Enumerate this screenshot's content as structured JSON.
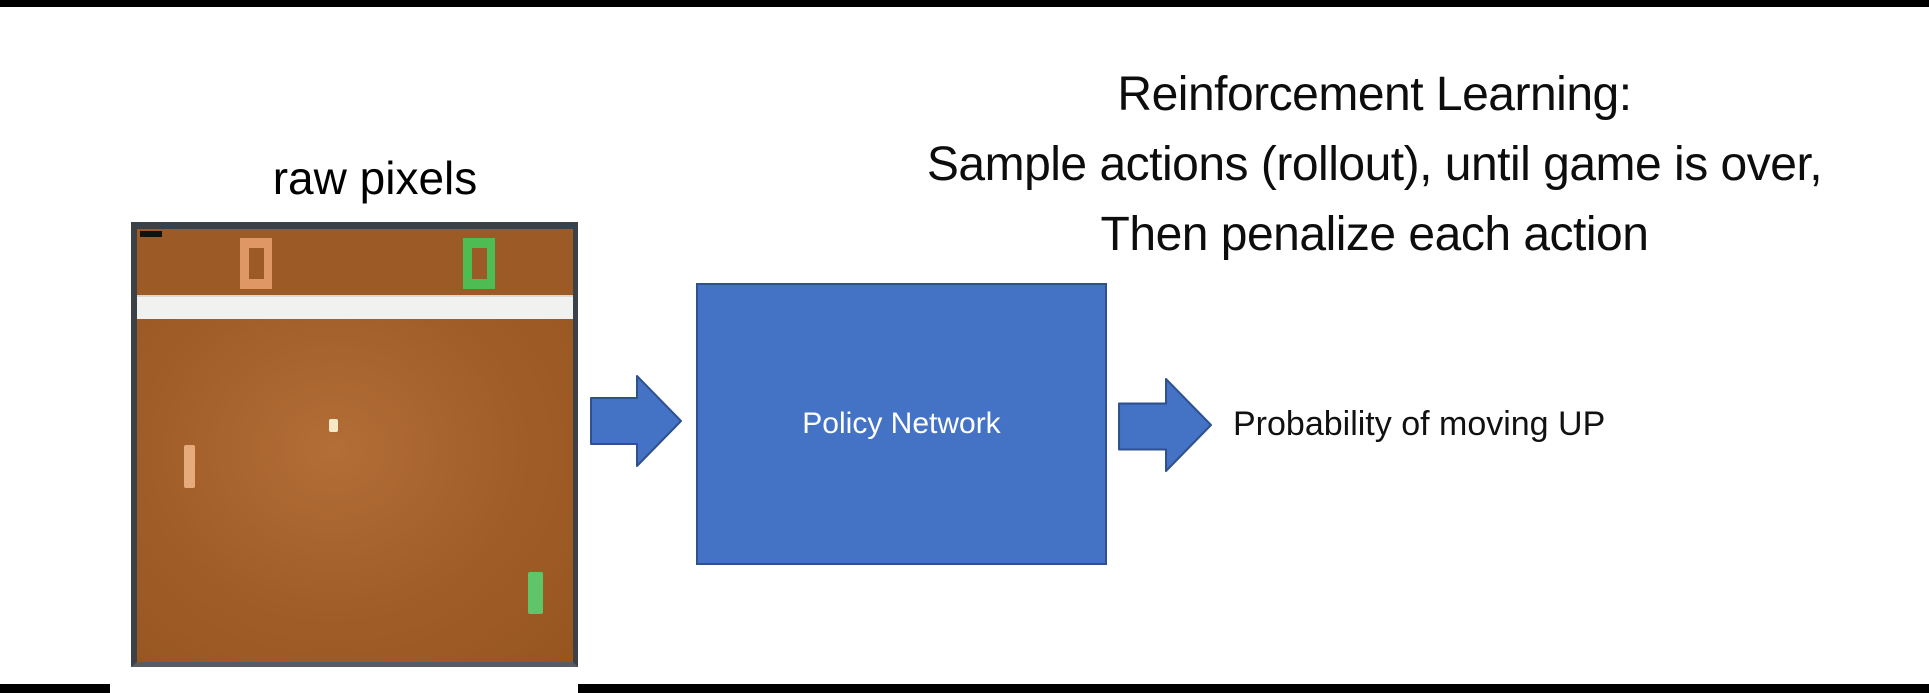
{
  "slide": {
    "title_lines": [
      "Reinforcement Learning:",
      "Sample actions (rollout), until game is over,",
      "Then penalize each action"
    ]
  },
  "pipeline": {
    "input_label": "raw pixels",
    "box_label": "Policy Network",
    "output_label": "Probability of moving UP"
  },
  "game_screen": {
    "game": "Pong (Atari)",
    "left_score": "0",
    "right_score": "0",
    "colors": {
      "field_brown": "#9c5a27",
      "field_brown_light": "#b26e36",
      "divider_white": "#f1f1ef",
      "frame_gray": "#3b4147",
      "left_score_orange": "#de9765",
      "right_score_green": "#4cbc53",
      "left_paddle": "#e7aa7d",
      "right_paddle": "#5fc569",
      "ball": "#f6e9c8"
    }
  },
  "colors": {
    "accent_blue": "#4472c4",
    "accent_blue_border": "#2f528f",
    "text_black": "#0d0d0d",
    "letterbox_black": "#000000"
  }
}
